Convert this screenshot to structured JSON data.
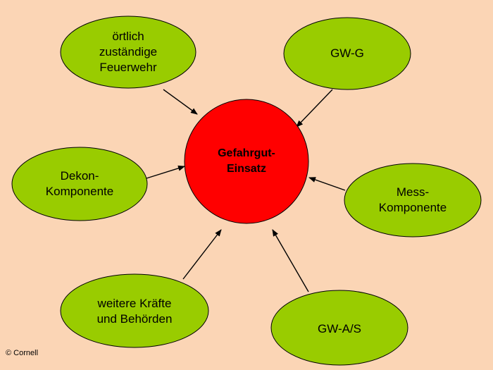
{
  "diagram": {
    "center": {
      "label": "Gefahrgut-\nEinsatz",
      "fill": "#FF0000"
    },
    "node_fill": "#99CC00",
    "background": "#FBD5B5",
    "nodes": [
      {
        "id": "feuerwehr",
        "label": "örtlich\nzuständige\nFeuerwehr"
      },
      {
        "id": "gw-g",
        "label": "GW-G"
      },
      {
        "id": "dekon",
        "label": "Dekon-\nKomponente"
      },
      {
        "id": "mess",
        "label": "Mess-\nKomponente"
      },
      {
        "id": "weitere",
        "label": "weitere Kräfte\nund Behörden"
      },
      {
        "id": "gw-as",
        "label": "GW-A/S"
      }
    ]
  },
  "copyright": "© Cornell"
}
